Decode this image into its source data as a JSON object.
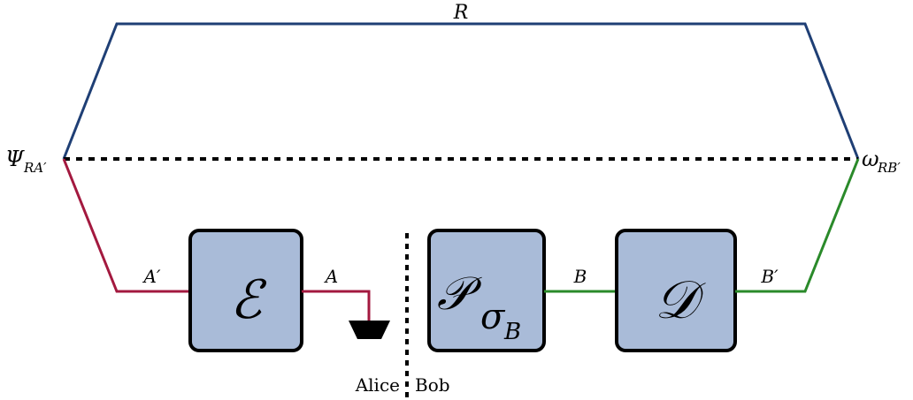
{
  "labels": {
    "top_wire": "R",
    "state_left": "Ψ",
    "state_left_sub": "RA′",
    "state_right": "ω",
    "state_right_sub": "RB′",
    "wire_a_prime": "A′",
    "wire_a": "A",
    "wire_b": "B",
    "wire_b_prime": "B′",
    "alice": "Alice",
    "bob": "Bob"
  },
  "boxes": {
    "encoder": "ℰ",
    "pinch": "𝒫",
    "pinch_sub": "σ",
    "pinch_subsub": "B",
    "decoder": "𝒟"
  },
  "colors": {
    "reference_wire": "#1f3f75",
    "alice_wire": "#a3193f",
    "bob_wire": "#2a8a2a",
    "box_fill": "#a9bbd8",
    "box_stroke": "#000000"
  }
}
